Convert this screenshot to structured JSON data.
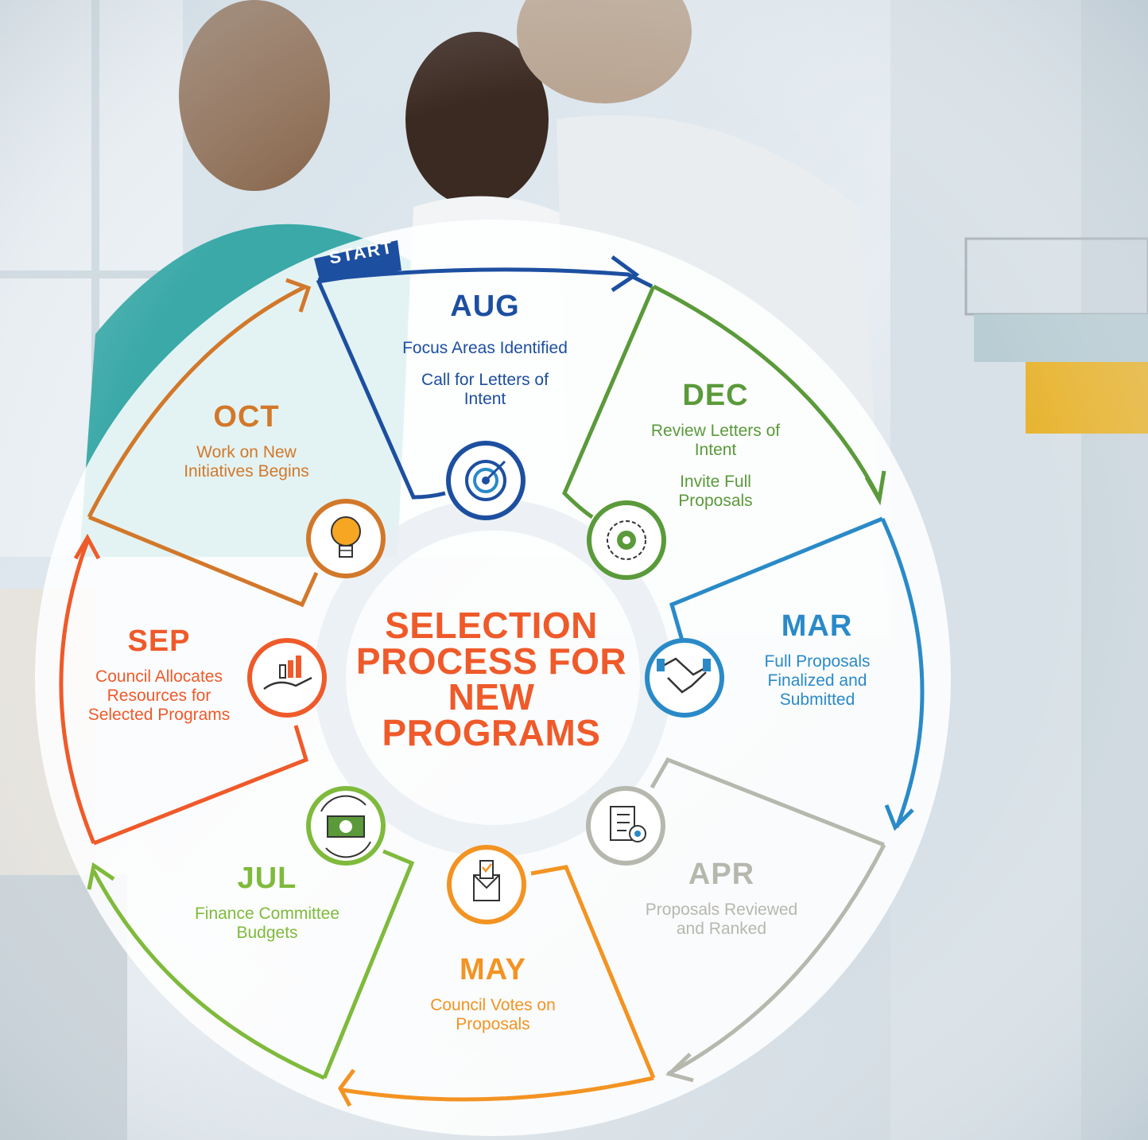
{
  "title": "SELECTION PROCESS FOR NEW PROGRAMS",
  "start_label": "START",
  "steps": [
    {
      "month": "AUG",
      "lines": [
        "Focus Areas Identified",
        "Call for Letters of Intent"
      ],
      "color": "#1d4fa0",
      "icon": "target-icon"
    },
    {
      "month": "DEC",
      "lines": [
        "Review Letters of Intent",
        "Invite Full Proposals"
      ],
      "color": "#5a9a3a",
      "icon": "gear-icon"
    },
    {
      "month": "MAR",
      "lines": [
        "Full Proposals Finalized and Submitted"
      ],
      "color": "#2a8ac8",
      "icon": "handshake-icon"
    },
    {
      "month": "APR",
      "lines": [
        "Proposals Reviewed and Ranked"
      ],
      "color": "#b6b8ae",
      "icon": "checklist-gear-icon"
    },
    {
      "month": "MAY",
      "lines": [
        "Council Votes on Proposals"
      ],
      "color": "#f39322",
      "icon": "ballot-envelope-icon"
    },
    {
      "month": "JUL",
      "lines": [
        "Finance Committee Budgets"
      ],
      "color": "#7fba3c",
      "icon": "money-cycle-icon"
    },
    {
      "month": "SEP",
      "lines": [
        "Council Allocates Resources for Selected Programs"
      ],
      "color": "#ef5a2a",
      "icon": "hand-chart-icon"
    },
    {
      "month": "OCT",
      "lines": [
        "Work on New Initiatives Begins"
      ],
      "color": "#d2782a",
      "icon": "lightbulb-icon"
    }
  ]
}
